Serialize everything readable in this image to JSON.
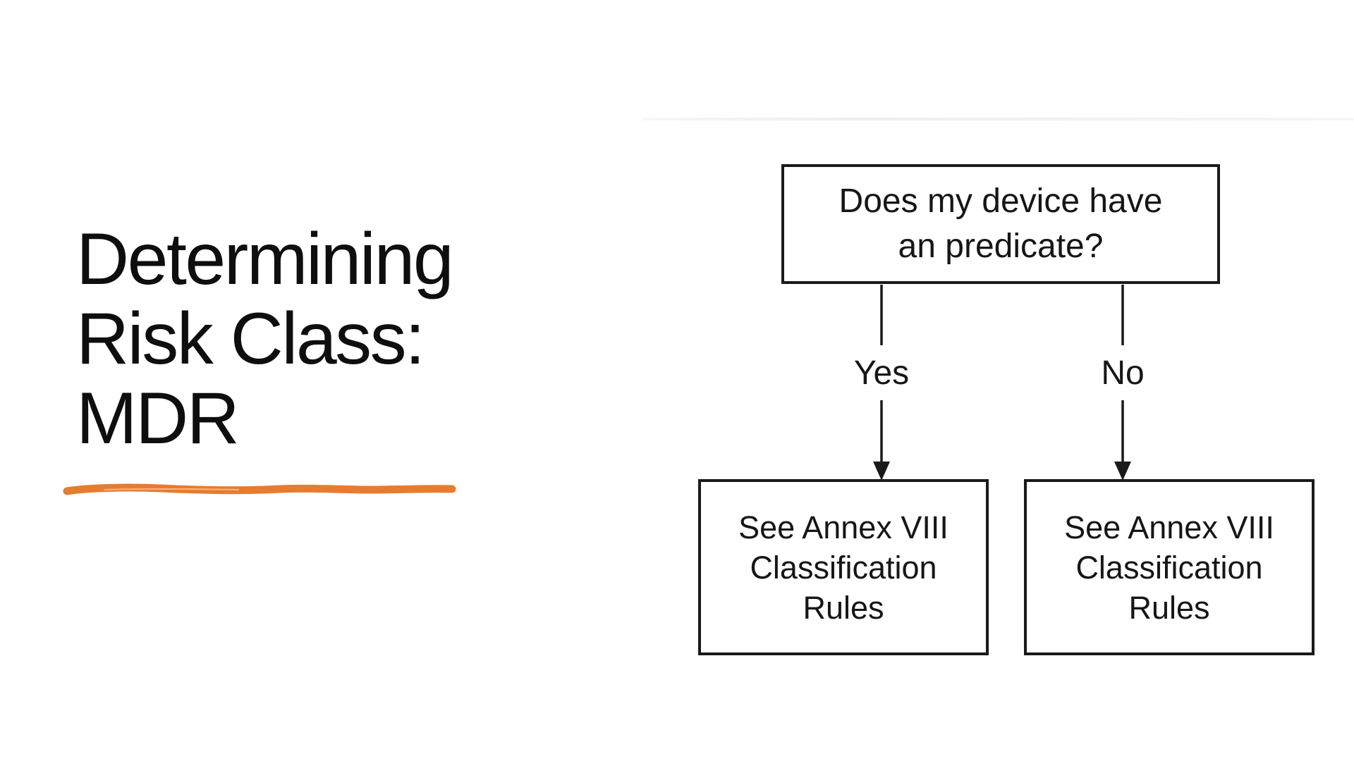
{
  "slide": {
    "title_lines": [
      "Determining",
      "Risk Class:",
      "MDR"
    ]
  },
  "colors": {
    "accent": "#E67C30",
    "diagram_line": "#1A1A1A",
    "title_text": "#0E0E0E",
    "background": "#FFFFFF",
    "faint_edge": "#F2F2F2"
  },
  "flowchart": {
    "question_box": {
      "lines": [
        "Does my device have",
        "an predicate?"
      ]
    },
    "branch_labels": [
      "Yes",
      "No"
    ],
    "outcome_boxes": [
      {
        "lines": [
          "See Annex VIII",
          "Classification",
          "Rules"
        ]
      },
      {
        "lines": [
          "See Annex VIII",
          "Classification",
          "Rules"
        ]
      }
    ]
  }
}
